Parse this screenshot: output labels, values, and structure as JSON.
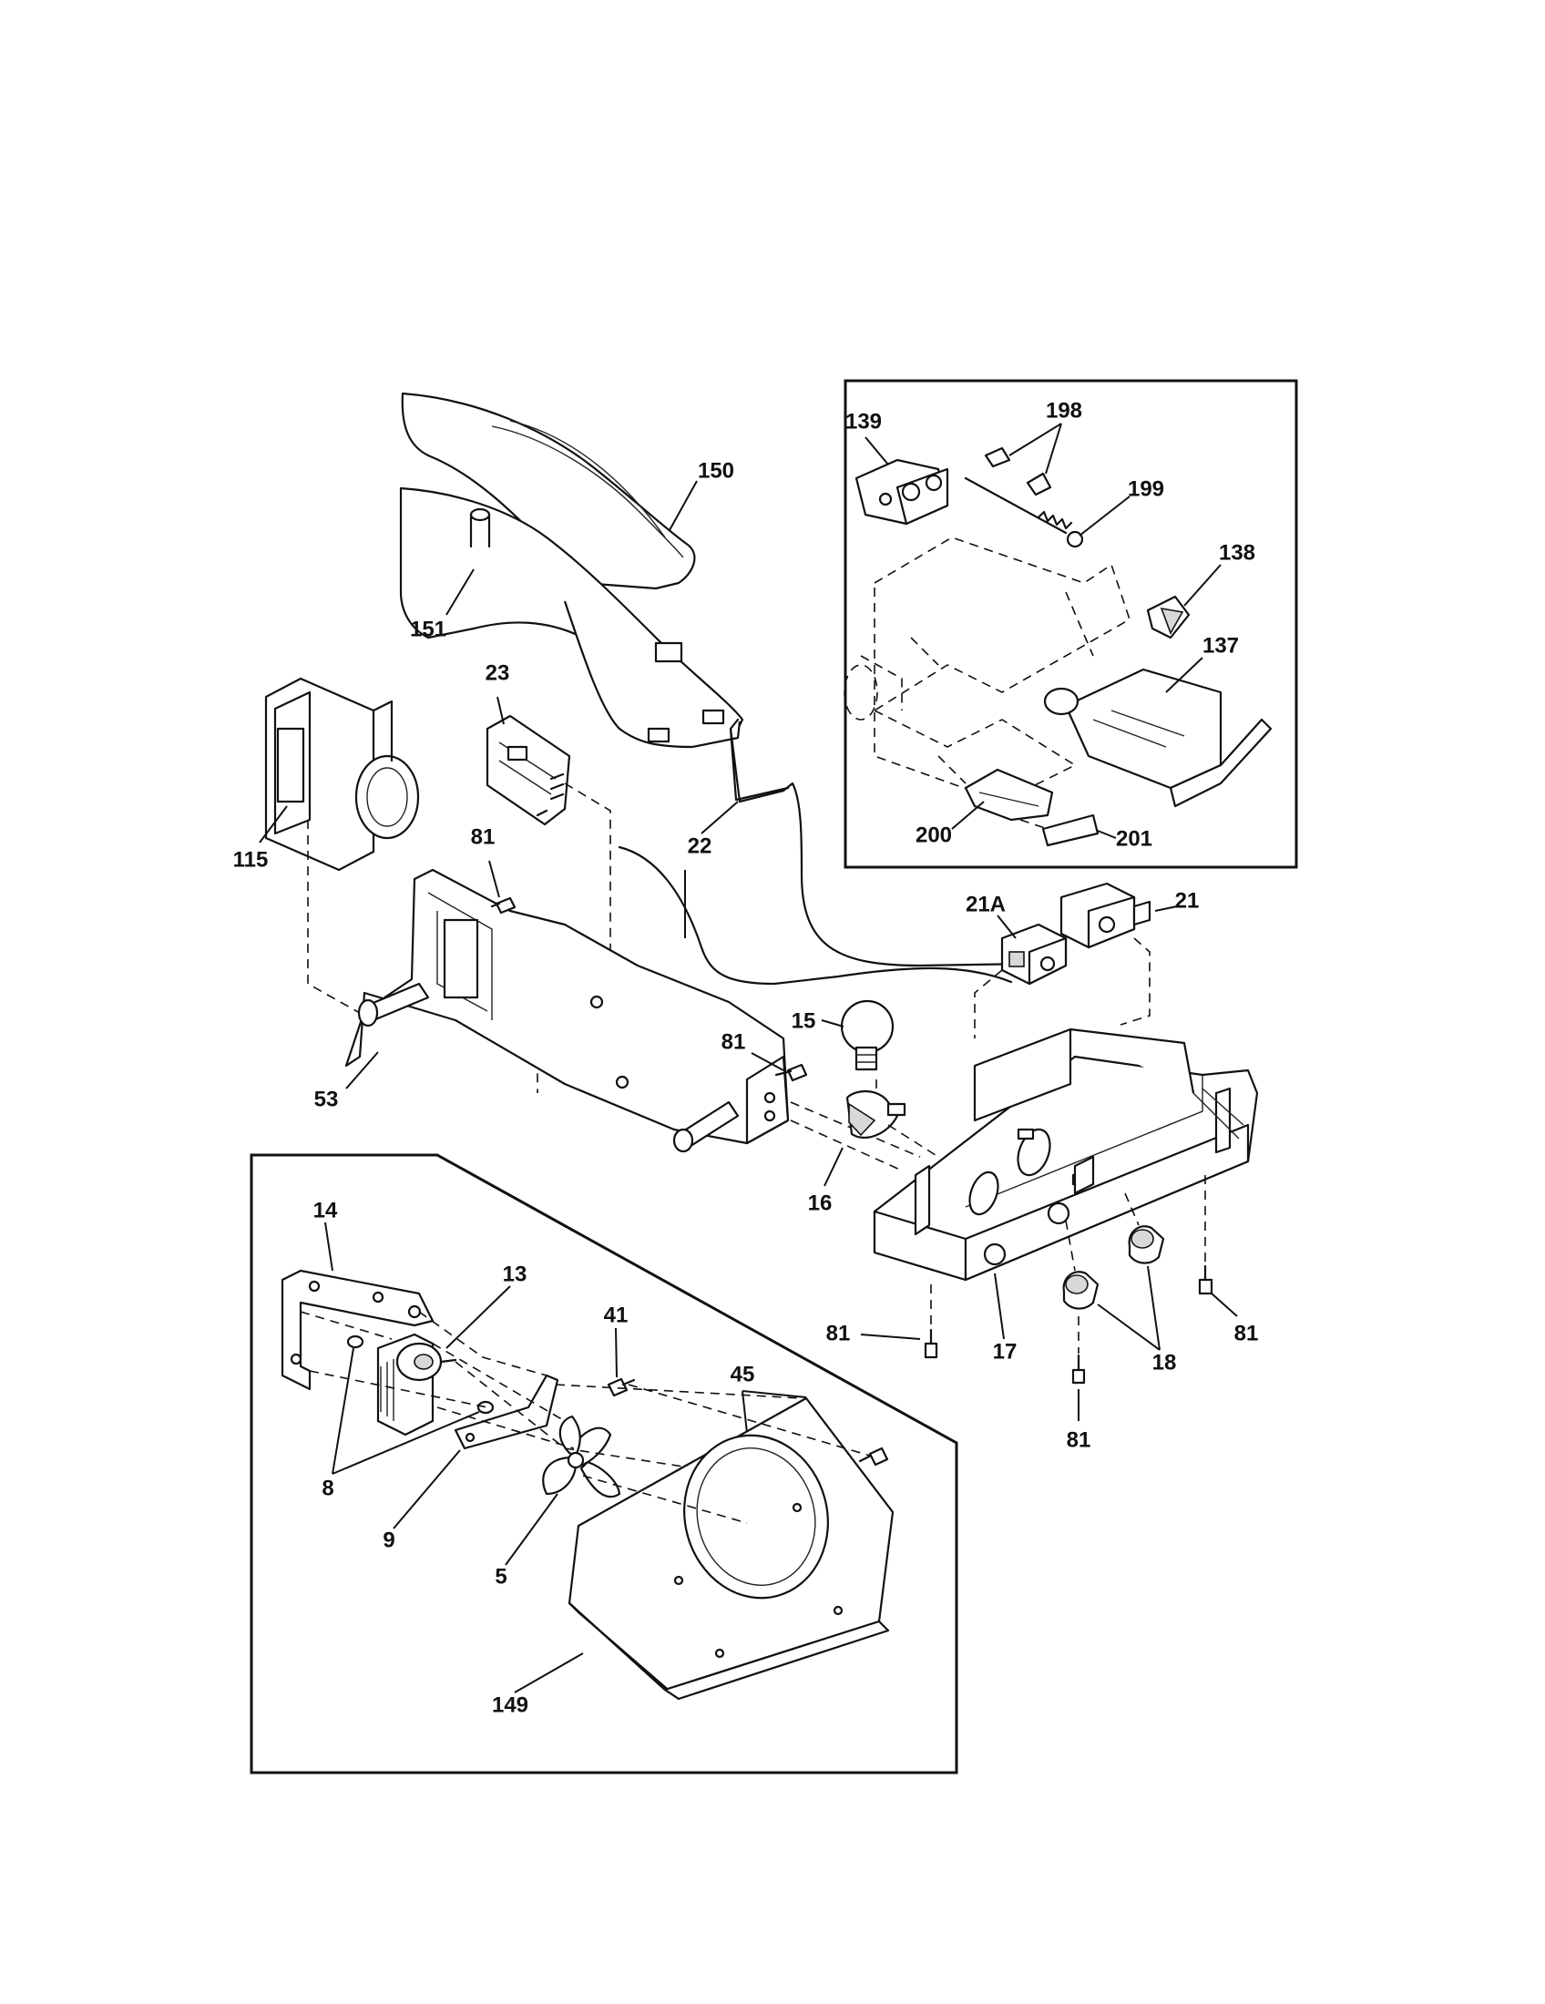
{
  "labels": {
    "p150": "150",
    "p151": "151",
    "p23": "23",
    "p115": "115",
    "p81a": "81",
    "p22": "22",
    "p53": "53",
    "p81b": "81",
    "p15": "15",
    "p16": "16",
    "p21a": "21A",
    "p21": "21",
    "p17": "17",
    "p18": "18",
    "p81c": "81",
    "p81d": "81",
    "p81e": "81",
    "p139": "139",
    "p198": "198",
    "p199": "199",
    "p138": "138",
    "p137": "137",
    "p200": "200",
    "p201": "201",
    "p14": "14",
    "p13": "13",
    "p41": "41",
    "p45": "45",
    "p8": "8",
    "p9": "9",
    "p5": "5",
    "p149": "149"
  }
}
